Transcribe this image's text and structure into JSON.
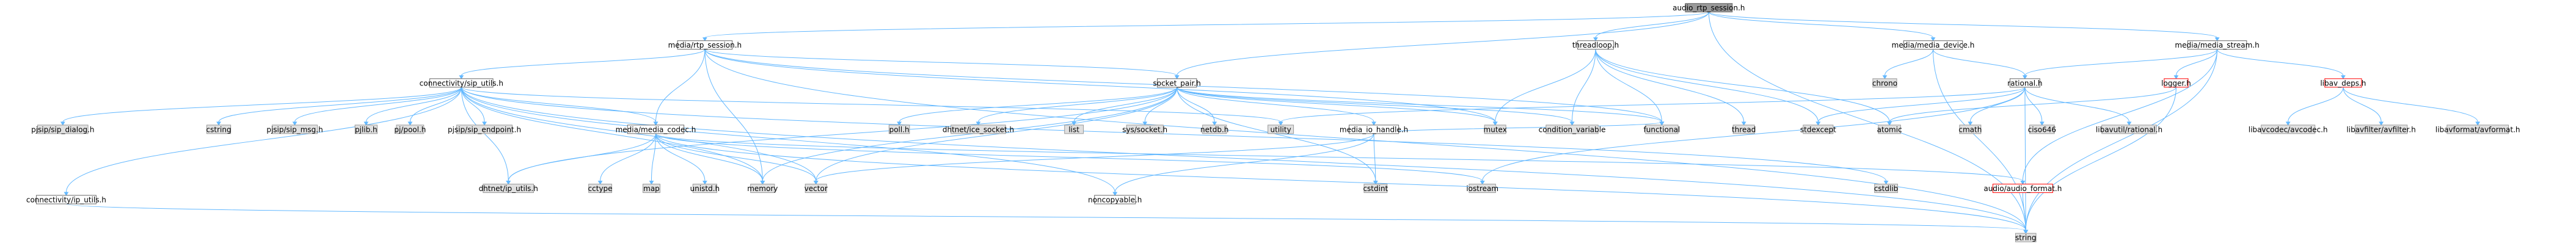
{
  "colors": {
    "edge": "#63b8ff",
    "node_fill": "#ffffff",
    "node_border": "#666666",
    "root_fill": "#999999",
    "root_border": "#666666",
    "system_fill": "#e0e0e0",
    "system_border": "#999999",
    "missing_border": "#ff0000",
    "text": "#000000"
  },
  "nodes": [
    {
      "id": "root",
      "label": "audio_rtp_session.h",
      "kind": "root"
    },
    {
      "id": "rtp_session",
      "label": "media/rtp_session.h",
      "kind": "normal"
    },
    {
      "id": "media_device",
      "label": "media/media_device.h",
      "kind": "normal"
    },
    {
      "id": "media_stream",
      "label": "media/media_stream.h",
      "kind": "normal"
    },
    {
      "id": "threadloop",
      "label": "threadloop.h",
      "kind": "normal"
    },
    {
      "id": "sip_utils",
      "label": "connectivity/sip_utils.h",
      "kind": "normal"
    },
    {
      "id": "socket_pair",
      "label": "socket_pair.h",
      "kind": "normal"
    },
    {
      "id": "rational",
      "label": "rational.h",
      "kind": "normal"
    },
    {
      "id": "logger",
      "label": "logger.h",
      "kind": "missing"
    },
    {
      "id": "libav_deps",
      "label": "libav_deps.h",
      "kind": "missing"
    },
    {
      "id": "chrono",
      "label": "chrono",
      "kind": "system"
    },
    {
      "id": "pjsip_dialog",
      "label": "pjsip/sip_dialog.h",
      "kind": "system"
    },
    {
      "id": "cstring",
      "label": "cstring",
      "kind": "system"
    },
    {
      "id": "pjsip_msg",
      "label": "pjsip/sip_msg.h",
      "kind": "system"
    },
    {
      "id": "pjlib",
      "label": "pjlib.h",
      "kind": "system"
    },
    {
      "id": "pj_pool",
      "label": "pj/pool.h",
      "kind": "system"
    },
    {
      "id": "pjsip_endpoint",
      "label": "pjsip/sip_endpoint.h",
      "kind": "system"
    },
    {
      "id": "media_codec",
      "label": "media/media_codec.h",
      "kind": "normal"
    },
    {
      "id": "poll",
      "label": "poll.h",
      "kind": "system"
    },
    {
      "id": "ice_socket",
      "label": "dhtnet/ice_socket.h",
      "kind": "system"
    },
    {
      "id": "list",
      "label": "list",
      "kind": "system"
    },
    {
      "id": "sys_socket",
      "label": "sys/socket.h",
      "kind": "system"
    },
    {
      "id": "netdb",
      "label": "netdb.h",
      "kind": "system"
    },
    {
      "id": "utility",
      "label": "utility",
      "kind": "system"
    },
    {
      "id": "media_io_handle",
      "label": "media_io_handle.h",
      "kind": "normal"
    },
    {
      "id": "mutex",
      "label": "mutex",
      "kind": "system"
    },
    {
      "id": "condition_variable",
      "label": "condition_variable",
      "kind": "system"
    },
    {
      "id": "functional",
      "label": "functional",
      "kind": "system"
    },
    {
      "id": "thread",
      "label": "thread",
      "kind": "system"
    },
    {
      "id": "stdexcept",
      "label": "stdexcept",
      "kind": "system"
    },
    {
      "id": "atomic",
      "label": "atomic",
      "kind": "system"
    },
    {
      "id": "cmath",
      "label": "cmath",
      "kind": "system"
    },
    {
      "id": "ciso646",
      "label": "ciso646",
      "kind": "system"
    },
    {
      "id": "libavutil_rational",
      "label": "libavutil/rational.h",
      "kind": "system"
    },
    {
      "id": "libavcodec",
      "label": "libavcodec/avcodec.h",
      "kind": "system"
    },
    {
      "id": "libavfilter",
      "label": "libavfilter/avfilter.h",
      "kind": "system"
    },
    {
      "id": "libavformat",
      "label": "libavformat/avformat.h",
      "kind": "system"
    },
    {
      "id": "connectivity_ip_utils",
      "label": "connectivity/ip_utils.h",
      "kind": "normal"
    },
    {
      "id": "dhtnet_ip_utils",
      "label": "dhtnet/ip_utils.h",
      "kind": "system"
    },
    {
      "id": "cctype",
      "label": "cctype",
      "kind": "system"
    },
    {
      "id": "map",
      "label": "map",
      "kind": "system"
    },
    {
      "id": "unistd",
      "label": "unistd.h",
      "kind": "system"
    },
    {
      "id": "memory",
      "label": "memory",
      "kind": "system"
    },
    {
      "id": "vector",
      "label": "vector",
      "kind": "system"
    },
    {
      "id": "noncopyable",
      "label": "noncopyable.h",
      "kind": "normal"
    },
    {
      "id": "cstdint",
      "label": "cstdint",
      "kind": "system"
    },
    {
      "id": "iostream",
      "label": "iostream",
      "kind": "system"
    },
    {
      "id": "cstdlib",
      "label": "cstdlib",
      "kind": "system"
    },
    {
      "id": "audio_format",
      "label": "audio/audio_format.h",
      "kind": "missing"
    },
    {
      "id": "string",
      "label": "string",
      "kind": "system"
    }
  ],
  "edges": [
    [
      "root",
      "rtp_session"
    ],
    [
      "root",
      "media_device"
    ],
    [
      "root",
      "media_stream"
    ],
    [
      "root",
      "threadloop"
    ],
    [
      "root",
      "socket_pair"
    ],
    [
      "root",
      "string"
    ],
    [
      "rtp_session",
      "sip_utils"
    ],
    [
      "rtp_session",
      "media_codec"
    ],
    [
      "rtp_session",
      "socket_pair"
    ],
    [
      "rtp_session",
      "string"
    ],
    [
      "rtp_session",
      "functional"
    ],
    [
      "rtp_session",
      "memory"
    ],
    [
      "rtp_session",
      "mutex"
    ],
    [
      "media_device",
      "chrono"
    ],
    [
      "media_device",
      "rational"
    ],
    [
      "media_device",
      "string"
    ],
    [
      "media_stream",
      "rational"
    ],
    [
      "media_stream",
      "logger"
    ],
    [
      "media_stream",
      "libav_deps"
    ],
    [
      "media_stream",
      "audio_format"
    ],
    [
      "media_stream",
      "string"
    ],
    [
      "threadloop",
      "functional"
    ],
    [
      "threadloop",
      "thread"
    ],
    [
      "threadloop",
      "atomic"
    ],
    [
      "threadloop",
      "condition_variable"
    ],
    [
      "threadloop",
      "mutex"
    ],
    [
      "threadloop",
      "stdexcept"
    ],
    [
      "sip_utils",
      "pjsip_dialog"
    ],
    [
      "sip_utils",
      "cstring"
    ],
    [
      "sip_utils",
      "pjsip_msg"
    ],
    [
      "sip_utils",
      "pjlib"
    ],
    [
      "sip_utils",
      "pj_pool"
    ],
    [
      "sip_utils",
      "pjsip_endpoint"
    ],
    [
      "sip_utils",
      "media_codec"
    ],
    [
      "sip_utils",
      "utility"
    ],
    [
      "sip_utils",
      "connectivity_ip_utils"
    ],
    [
      "sip_utils",
      "dhtnet_ip_utils"
    ],
    [
      "sip_utils",
      "noncopyable"
    ],
    [
      "sip_utils",
      "string"
    ],
    [
      "sip_utils",
      "vector"
    ],
    [
      "sip_utils",
      "memory"
    ],
    [
      "sip_utils",
      "cstdlib"
    ],
    [
      "socket_pair",
      "poll"
    ],
    [
      "socket_pair",
      "ice_socket"
    ],
    [
      "socket_pair",
      "list"
    ],
    [
      "socket_pair",
      "sys_socket"
    ],
    [
      "socket_pair",
      "netdb"
    ],
    [
      "socket_pair",
      "media_io_handle"
    ],
    [
      "socket_pair",
      "condition_variable"
    ],
    [
      "socket_pair",
      "mutex"
    ],
    [
      "socket_pair",
      "functional"
    ],
    [
      "socket_pair",
      "memory"
    ],
    [
      "socket_pair",
      "vector"
    ],
    [
      "socket_pair",
      "dhtnet_ip_utils"
    ],
    [
      "socket_pair",
      "cstdint"
    ],
    [
      "rational",
      "utility"
    ],
    [
      "rational",
      "cmath"
    ],
    [
      "rational",
      "ciso646"
    ],
    [
      "rational",
      "libavutil_rational"
    ],
    [
      "rational",
      "stdexcept"
    ],
    [
      "rational",
      "iostream"
    ],
    [
      "rational",
      "string"
    ],
    [
      "logger",
      "atomic"
    ],
    [
      "logger",
      "string"
    ],
    [
      "libav_deps",
      "libavcodec"
    ],
    [
      "libav_deps",
      "libavfilter"
    ],
    [
      "libav_deps",
      "libavformat"
    ],
    [
      "media_codec",
      "dhtnet_ip_utils"
    ],
    [
      "media_codec",
      "cctype"
    ],
    [
      "media_codec",
      "map"
    ],
    [
      "media_codec",
      "unistd"
    ],
    [
      "media_codec",
      "memory"
    ],
    [
      "media_codec",
      "vector"
    ],
    [
      "media_codec",
      "iostream"
    ],
    [
      "media_codec",
      "audio_format"
    ],
    [
      "media_codec",
      "string"
    ],
    [
      "media_io_handle",
      "cstdint"
    ],
    [
      "media_io_handle",
      "functional"
    ],
    [
      "media_io_handle",
      "vector"
    ],
    [
      "media_io_handle",
      "noncopyable"
    ],
    [
      "connectivity_ip_utils",
      "string"
    ],
    [
      "audio_format",
      "string"
    ]
  ]
}
